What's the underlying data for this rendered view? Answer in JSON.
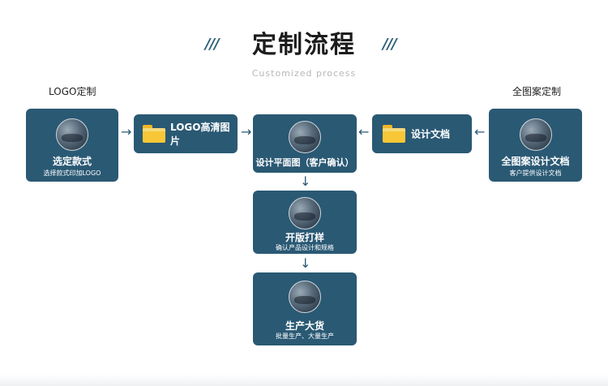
{
  "header": {
    "title": "定制流程",
    "subtitle": "Customized process",
    "deco_left": "///",
    "deco_right": "///"
  },
  "left_label": "LOGO定制",
  "right_label": "全图案定制",
  "arrows": {
    "right": "→",
    "left": "←",
    "down": "↓"
  },
  "steps": {
    "select_style": {
      "label": "选定款式",
      "sub": "选择款式印加LOGO"
    },
    "logo_image": {
      "label": "LOGO高清图片"
    },
    "design_plan": {
      "label": "设计平面图（客户确认）"
    },
    "design_doc": {
      "label": "设计文档"
    },
    "full_pattern": {
      "label": "全图案设计文档",
      "sub": "客户提供设计文档"
    },
    "sample": {
      "label": "开版打样",
      "sub": "确认产品设计和规格"
    },
    "production": {
      "label": "生产大货",
      "sub": "批量生产、大量生产"
    }
  },
  "colors": {
    "box": "#2a5974",
    "folder": "#f8c737",
    "deco": "#2f5f79"
  }
}
